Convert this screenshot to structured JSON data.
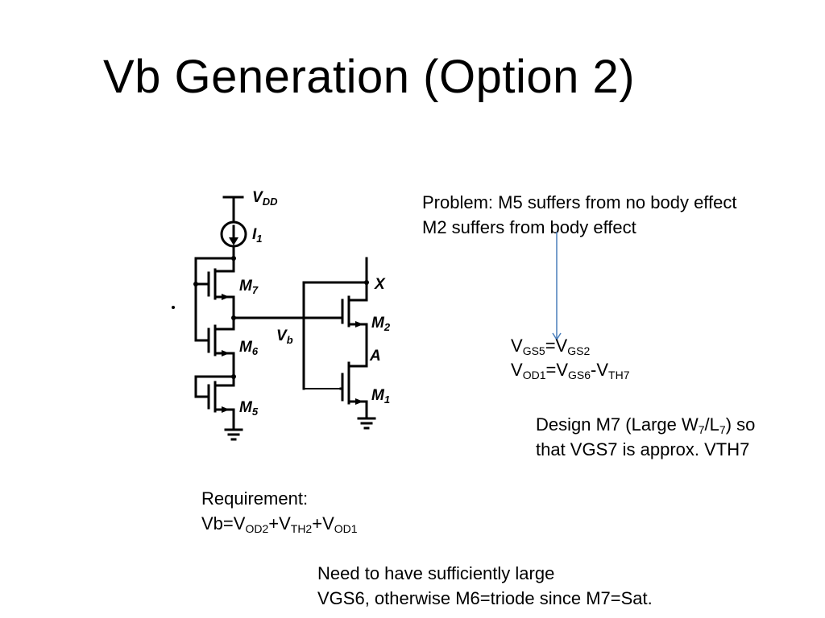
{
  "slide": {
    "title": "Vb Generation (Option 2)"
  },
  "notes": {
    "problem_line1": "Problem: M5 suffers from no body effect",
    "problem_line2": "M2 suffers from body effect",
    "eq1": {
      "l1": "V",
      "s1": "GS5",
      "op": "=V",
      "s2": "GS2"
    },
    "eq2": {
      "l1": "V",
      "s1": "OD1",
      "op": "=V",
      "s2": "GS6",
      "op2": "-V",
      "s3": "TH7"
    },
    "design_line1": {
      "a": "Design M7 (Large W",
      "s1": "7",
      "b": "/L",
      "s2": "7",
      "c": ") so"
    },
    "design_line2": "that VGS7 is approx. VTH7",
    "requirement_label": "Requirement:",
    "requirement_eq": {
      "a": "Vb=V",
      "s1": "OD2",
      "b": "+V",
      "s2": "TH2",
      "c": "+V",
      "s3": "OD1"
    },
    "need_line1": "Need to have sufficiently large",
    "need_line2": "VGS6, otherwise  M6=triode since M7=Sat."
  },
  "circuit": {
    "vdd": "V",
    "vdd_sub": "DD",
    "i1": "I",
    "i1_sub": "1",
    "m7": "M",
    "m7_sub": "7",
    "m6": "M",
    "m6_sub": "6",
    "m5": "M",
    "m5_sub": "5",
    "vb": "V",
    "vb_sub": "b",
    "x": "X",
    "m2": "M",
    "m2_sub": "2",
    "a": "A",
    "m1": "M",
    "m1_sub": "1"
  },
  "colors": {
    "arrow": "#4a7ebb",
    "text": "#000000"
  }
}
